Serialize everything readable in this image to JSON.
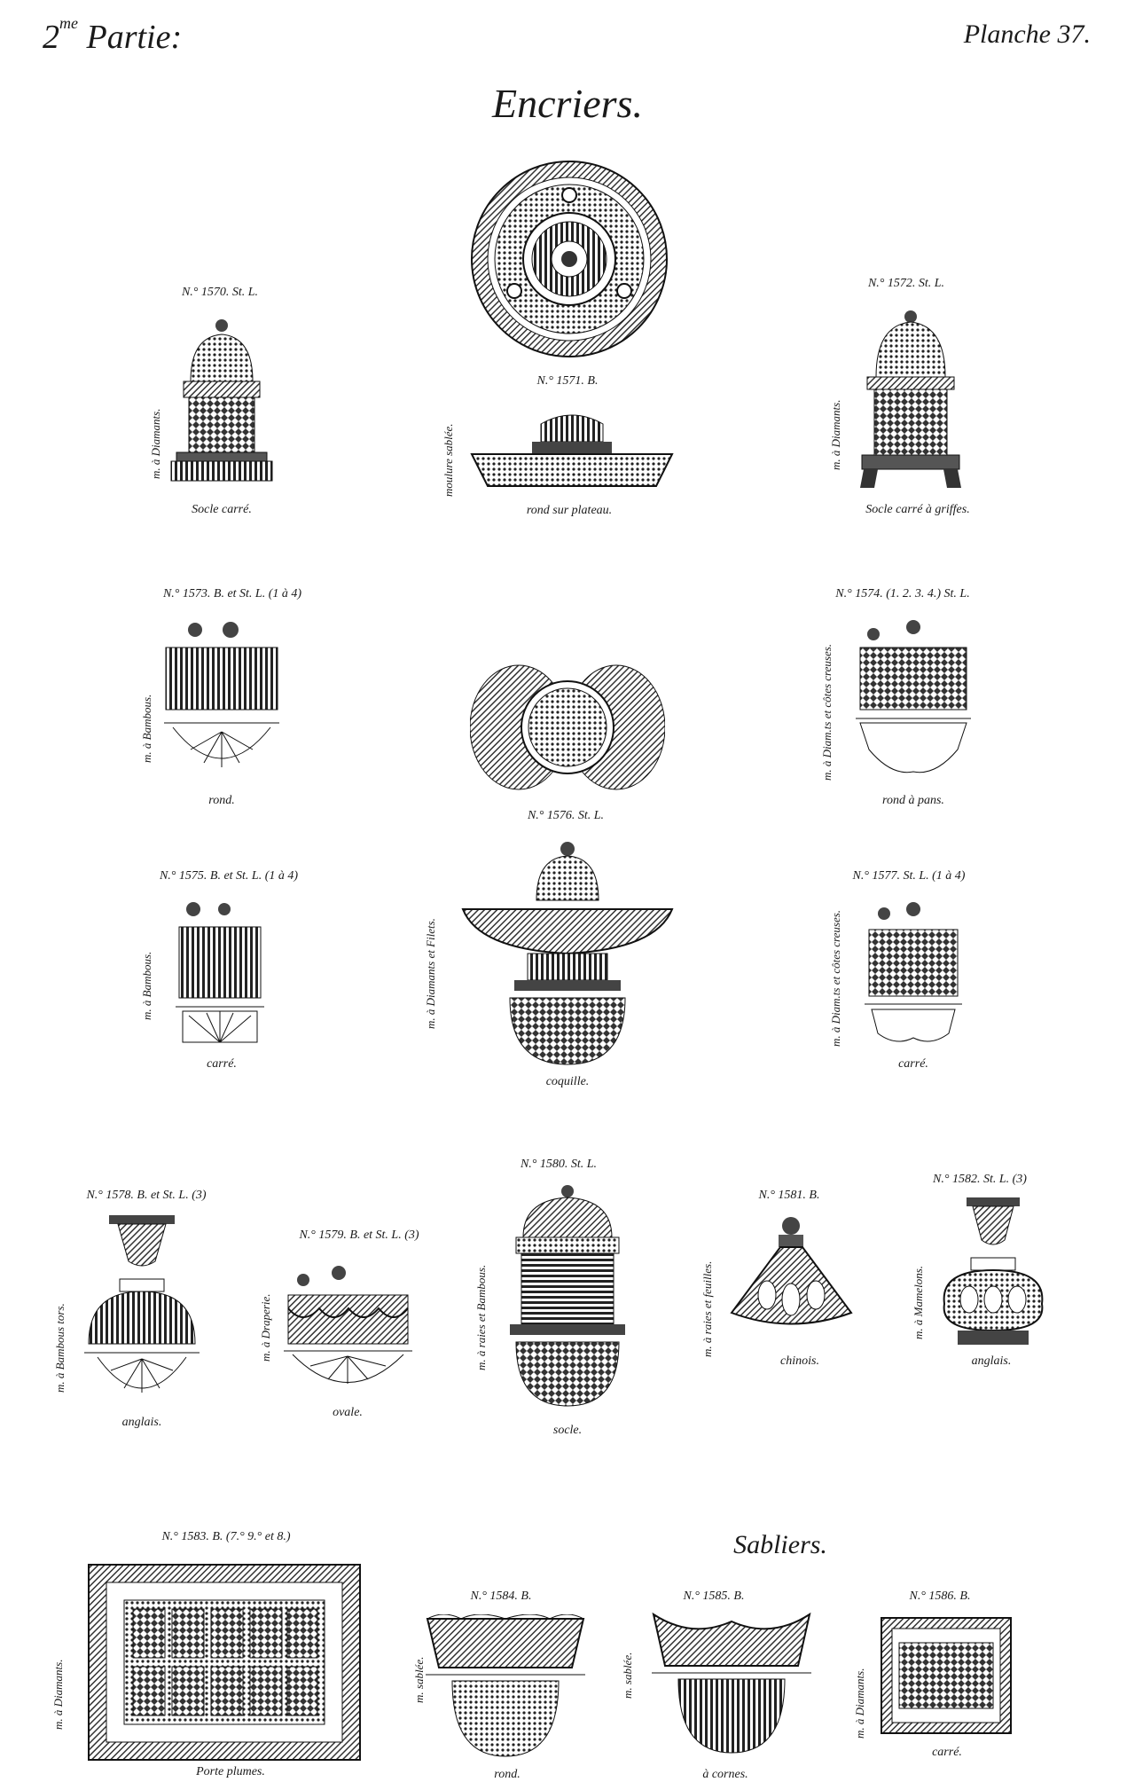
{
  "header": {
    "part_num": "2",
    "part_sup": "me",
    "part_word": "Partie:",
    "plate": "Planche 37."
  },
  "titles": {
    "main": "Encriers.",
    "sabliers": "Sabliers."
  },
  "items": [
    {
      "id": "1570",
      "number": "N.° 1570. St. L.",
      "side": "m. à Diamants.",
      "caption": "Socle carré."
    },
    {
      "id": "1571",
      "number": "N.° 1571. B.",
      "side": "moulure sablée.",
      "caption": "rond sur plateau."
    },
    {
      "id": "1572",
      "number": "N.° 1572. St. L.",
      "side": "m. à Diamants.",
      "caption": "Socle carré à griffes."
    },
    {
      "id": "1573",
      "number": "N.° 1573. B. et St. L. (1 à 4)",
      "side": "m. à Bambous.",
      "caption": "rond."
    },
    {
      "id": "1574",
      "number": "N.° 1574. (1. 2. 3. 4.) St. L.",
      "side": "m. à Diam.ts et côtes creuses.",
      "caption": "rond à pans."
    },
    {
      "id": "1576",
      "number": "N.° 1576. St. L.",
      "side": "",
      "caption": ""
    },
    {
      "id": "1575",
      "number": "N.° 1575. B. et St. L. (1 à 4)",
      "side": "m. à Bambous.",
      "caption": "carré."
    },
    {
      "id": "1576b",
      "number": "",
      "side": "m. à Diamants et Filets.",
      "caption": "coquille."
    },
    {
      "id": "1577",
      "number": "N.° 1577. St. L. (1 à 4)",
      "side": "m. à Diam.ts et côtes creuses.",
      "caption": "carré."
    },
    {
      "id": "1578",
      "number": "N.° 1578. B. et St. L. (3)",
      "side": "m. à Bambous tors.",
      "caption": "anglais."
    },
    {
      "id": "1579",
      "number": "N.° 1579. B. et St. L. (3)",
      "side": "m. à Draperie.",
      "caption": "ovale."
    },
    {
      "id": "1580",
      "number": "N.° 1580. St. L.",
      "side": "m. à raies et Bambous.",
      "caption": "socle."
    },
    {
      "id": "1581",
      "number": "N.° 1581. B.",
      "side": "m. à raies et feuilles.",
      "caption": "chinois."
    },
    {
      "id": "1582",
      "number": "N.° 1582. St. L. (3)",
      "side": "m. à Mamelons.",
      "caption": "anglais."
    },
    {
      "id": "1583",
      "number": "N.° 1583. B. (7.° 9.° et 8.)",
      "side": "m. à Diamants.",
      "caption": "Porte plumes."
    },
    {
      "id": "1584",
      "number": "N.° 1584. B.",
      "side": "m. sablée.",
      "caption": "rond."
    },
    {
      "id": "1585",
      "number": "N.° 1585. B.",
      "side": "m. sablée.",
      "caption": "à cornes."
    },
    {
      "id": "1586",
      "number": "N.° 1586. B.",
      "side": "m. à Diamants.",
      "caption": "carré."
    }
  ]
}
